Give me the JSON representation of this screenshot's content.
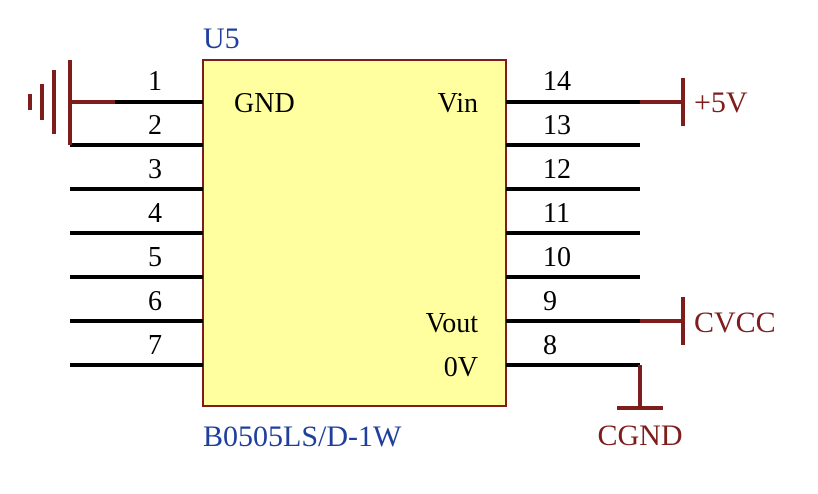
{
  "component": {
    "designator": "U5",
    "part_number": "B0505LS/D-1W",
    "body_color": "#ffff9f",
    "outline_color": "#7f1c1c"
  },
  "pins": {
    "left": [
      "1",
      "2",
      "3",
      "4",
      "5",
      "6",
      "7"
    ],
    "right": [
      "14",
      "13",
      "12",
      "11",
      "10",
      "9",
      "8"
    ]
  },
  "pin_labels": {
    "gnd": "GND",
    "vin": "Vin",
    "vout": "Vout",
    "zero_v": "0V"
  },
  "nets": {
    "plus5v": "+5V",
    "cvcc": "CVCC",
    "cgnd": "CGND"
  },
  "colors": {
    "wire": "#000000",
    "power": "#7f1c1c",
    "designator": "#1f3f9f",
    "pin_text": "#000000"
  }
}
